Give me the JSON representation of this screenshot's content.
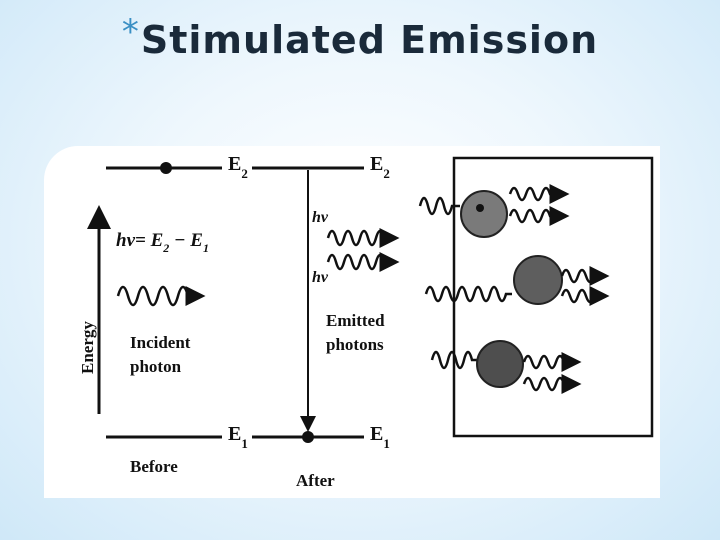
{
  "slide": {
    "bullet": "*",
    "title": "Stimulated Emission"
  },
  "diagram": {
    "axis_label": "Energy",
    "upper_level": {
      "letter": "E",
      "sub": "2"
    },
    "lower_level": {
      "letter": "E",
      "sub": "1"
    },
    "equation": {
      "hv": "hν",
      "eq": "= E",
      "sub2": "2",
      "minus": " − E",
      "sub1": "1"
    },
    "incident_line1": "Incident",
    "incident_line2": "photon",
    "before_label": "Before",
    "after_label": "After",
    "hv_top": "hν",
    "hv_bottom": "hν",
    "emitted_line1": "Emitted",
    "emitted_line2": "photons"
  },
  "colors": {
    "accent": "#3a8fc4",
    "title": "#1a2a3a",
    "ink": "#111111"
  }
}
